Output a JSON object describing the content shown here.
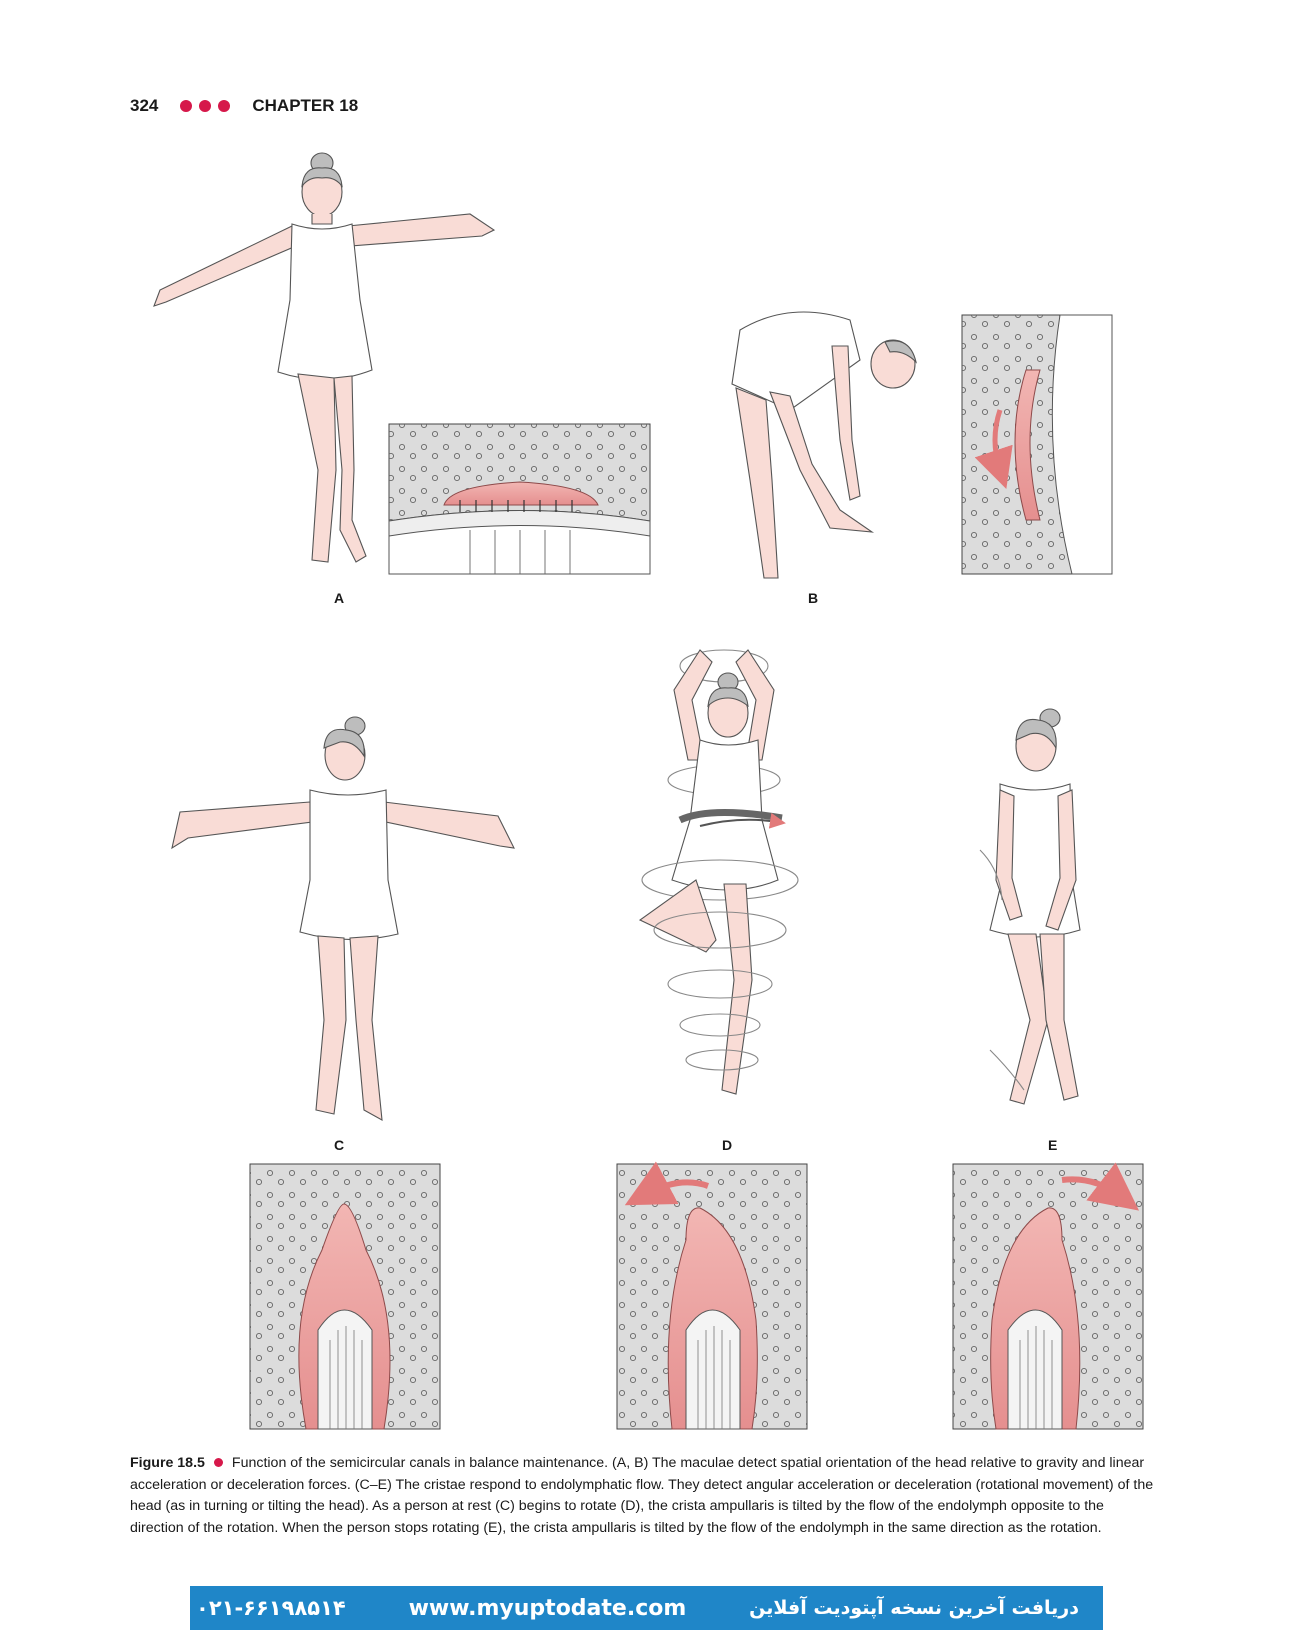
{
  "header": {
    "page_number": "324",
    "chapter": "CHAPTER 18"
  },
  "figure_labels": {
    "a": "A",
    "b": "B",
    "c": "C",
    "d": "D",
    "e": "E"
  },
  "caption": {
    "figure_number": "Figure 18.5",
    "text": "Function of the semicircular canals in balance maintenance. (A, B) The maculae detect spatial orientation of the head relative to gravity and linear acceleration or deceleration forces. (C–E) The cristae respond to endolymphatic flow. They detect angular acceleration or deceleration (rotational movement) of the head (as in turning or tilting the head). As a person at rest (C) begins to rotate (D), the crista ampullaris is tilted by the flow of the endolymph opposite to the direction of the rotation. When the person stops rotating (E), the crista ampullaris is tilted by the flow of the endolymph in the same direction as the rotation."
  },
  "banner": {
    "phone": "۰۲۱-۶۶۱۹۸۵۱۴",
    "url": "www.myuptodate.com",
    "persian_text": "دریافت آخرین نسخه آپتودیت آفلاین"
  },
  "colors": {
    "accent": "#d6184a",
    "skin": "#f9dcd6",
    "gel": "#eaa0a0",
    "fluid": "#dcdcdc",
    "banner": "#1f86c8"
  }
}
